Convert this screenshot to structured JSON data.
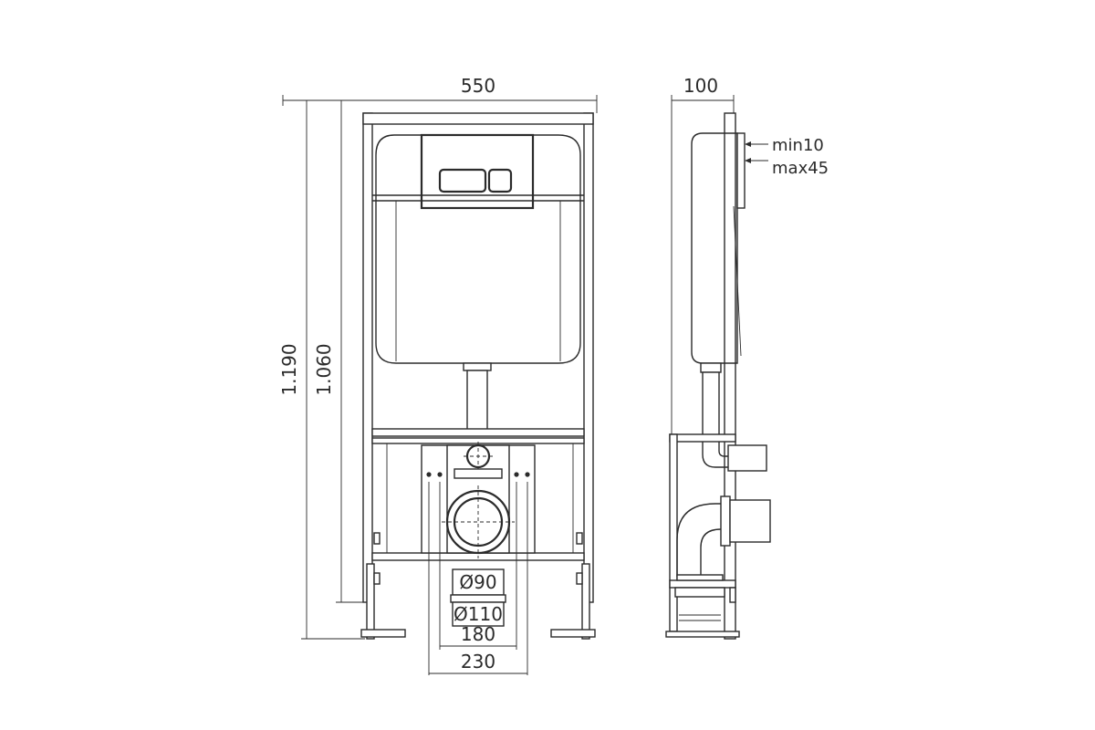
{
  "dimensions": {
    "front_width": "550",
    "side_depth": "100",
    "total_height": "1.190",
    "frame_height": "1.060",
    "button_min": "min10",
    "button_max": "max45",
    "pipe_small": "Ø90",
    "pipe_large": "Ø110",
    "bolt_spacing_inner": "180",
    "bolt_spacing_outer": "230"
  }
}
